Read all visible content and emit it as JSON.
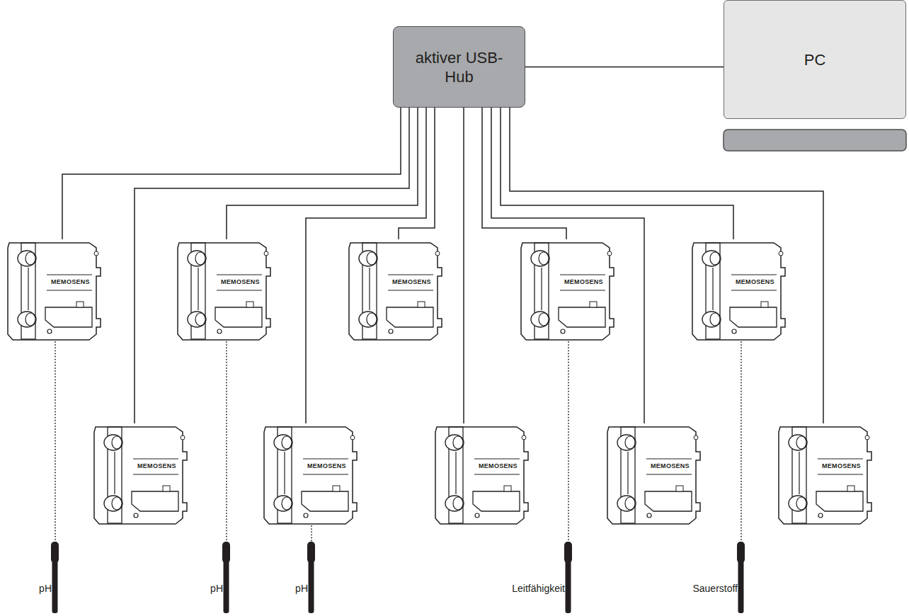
{
  "diagram": {
    "nodes": [
      {
        "text": [
          "aktiver USB-Hub"
        ]
      },
      {
        "text": [
          "PC"
        ]
      },
      {
        "text": [
          "MEMOSENS"
        ]
      },
      {
        "text": [
          "MEMOSENS"
        ]
      },
      {
        "text": [
          "MEMOSENS"
        ]
      },
      {
        "text": [
          "MEMOSENS"
        ]
      },
      {
        "text": [
          "MEMOSENS"
        ]
      },
      {
        "text": [
          "MEMOSENS"
        ]
      },
      {
        "text": [
          "MEMOSENS"
        ]
      },
      {
        "text": [
          "MEMOSENS"
        ]
      },
      {
        "text": [
          "MEMOSENS"
        ]
      },
      {
        "text": [
          "MEMOSENS"
        ]
      },
      {
        "text": [
          "pH"
        ]
      },
      {
        "text": [
          "pH"
        ]
      },
      {
        "text": [
          "pH"
        ]
      },
      {
        "text": [
          "Leitfähigkeit"
        ]
      },
      {
        "text": [
          "Sauerstoff"
        ]
      }
    ],
    "edges": [
      {
        "from": 0,
        "to": 1,
        "arrow": "none"
      },
      {
        "from": 0,
        "to": 2,
        "arrow": "none"
      },
      {
        "from": 0,
        "to": 3,
        "arrow": "none"
      },
      {
        "from": 0,
        "to": 4,
        "arrow": "none"
      },
      {
        "from": 0,
        "to": 5,
        "arrow": "none"
      },
      {
        "from": 0,
        "to": 6,
        "arrow": "none"
      },
      {
        "from": 0,
        "to": 7,
        "arrow": "none"
      },
      {
        "from": 0,
        "to": 8,
        "arrow": "none"
      },
      {
        "from": 0,
        "to": 9,
        "arrow": "none"
      },
      {
        "from": 0,
        "to": 10,
        "arrow": "none"
      },
      {
        "from": 0,
        "to": 11,
        "arrow": "none"
      },
      {
        "from": 2,
        "to": 12,
        "arrow": "none"
      },
      {
        "from": 4,
        "to": 13,
        "arrow": "none"
      },
      {
        "from": 5,
        "to": 14,
        "arrow": "none"
      },
      {
        "from": 8,
        "to": 15,
        "arrow": "none"
      },
      {
        "from": 10,
        "to": 16,
        "arrow": "none"
      }
    ]
  }
}
